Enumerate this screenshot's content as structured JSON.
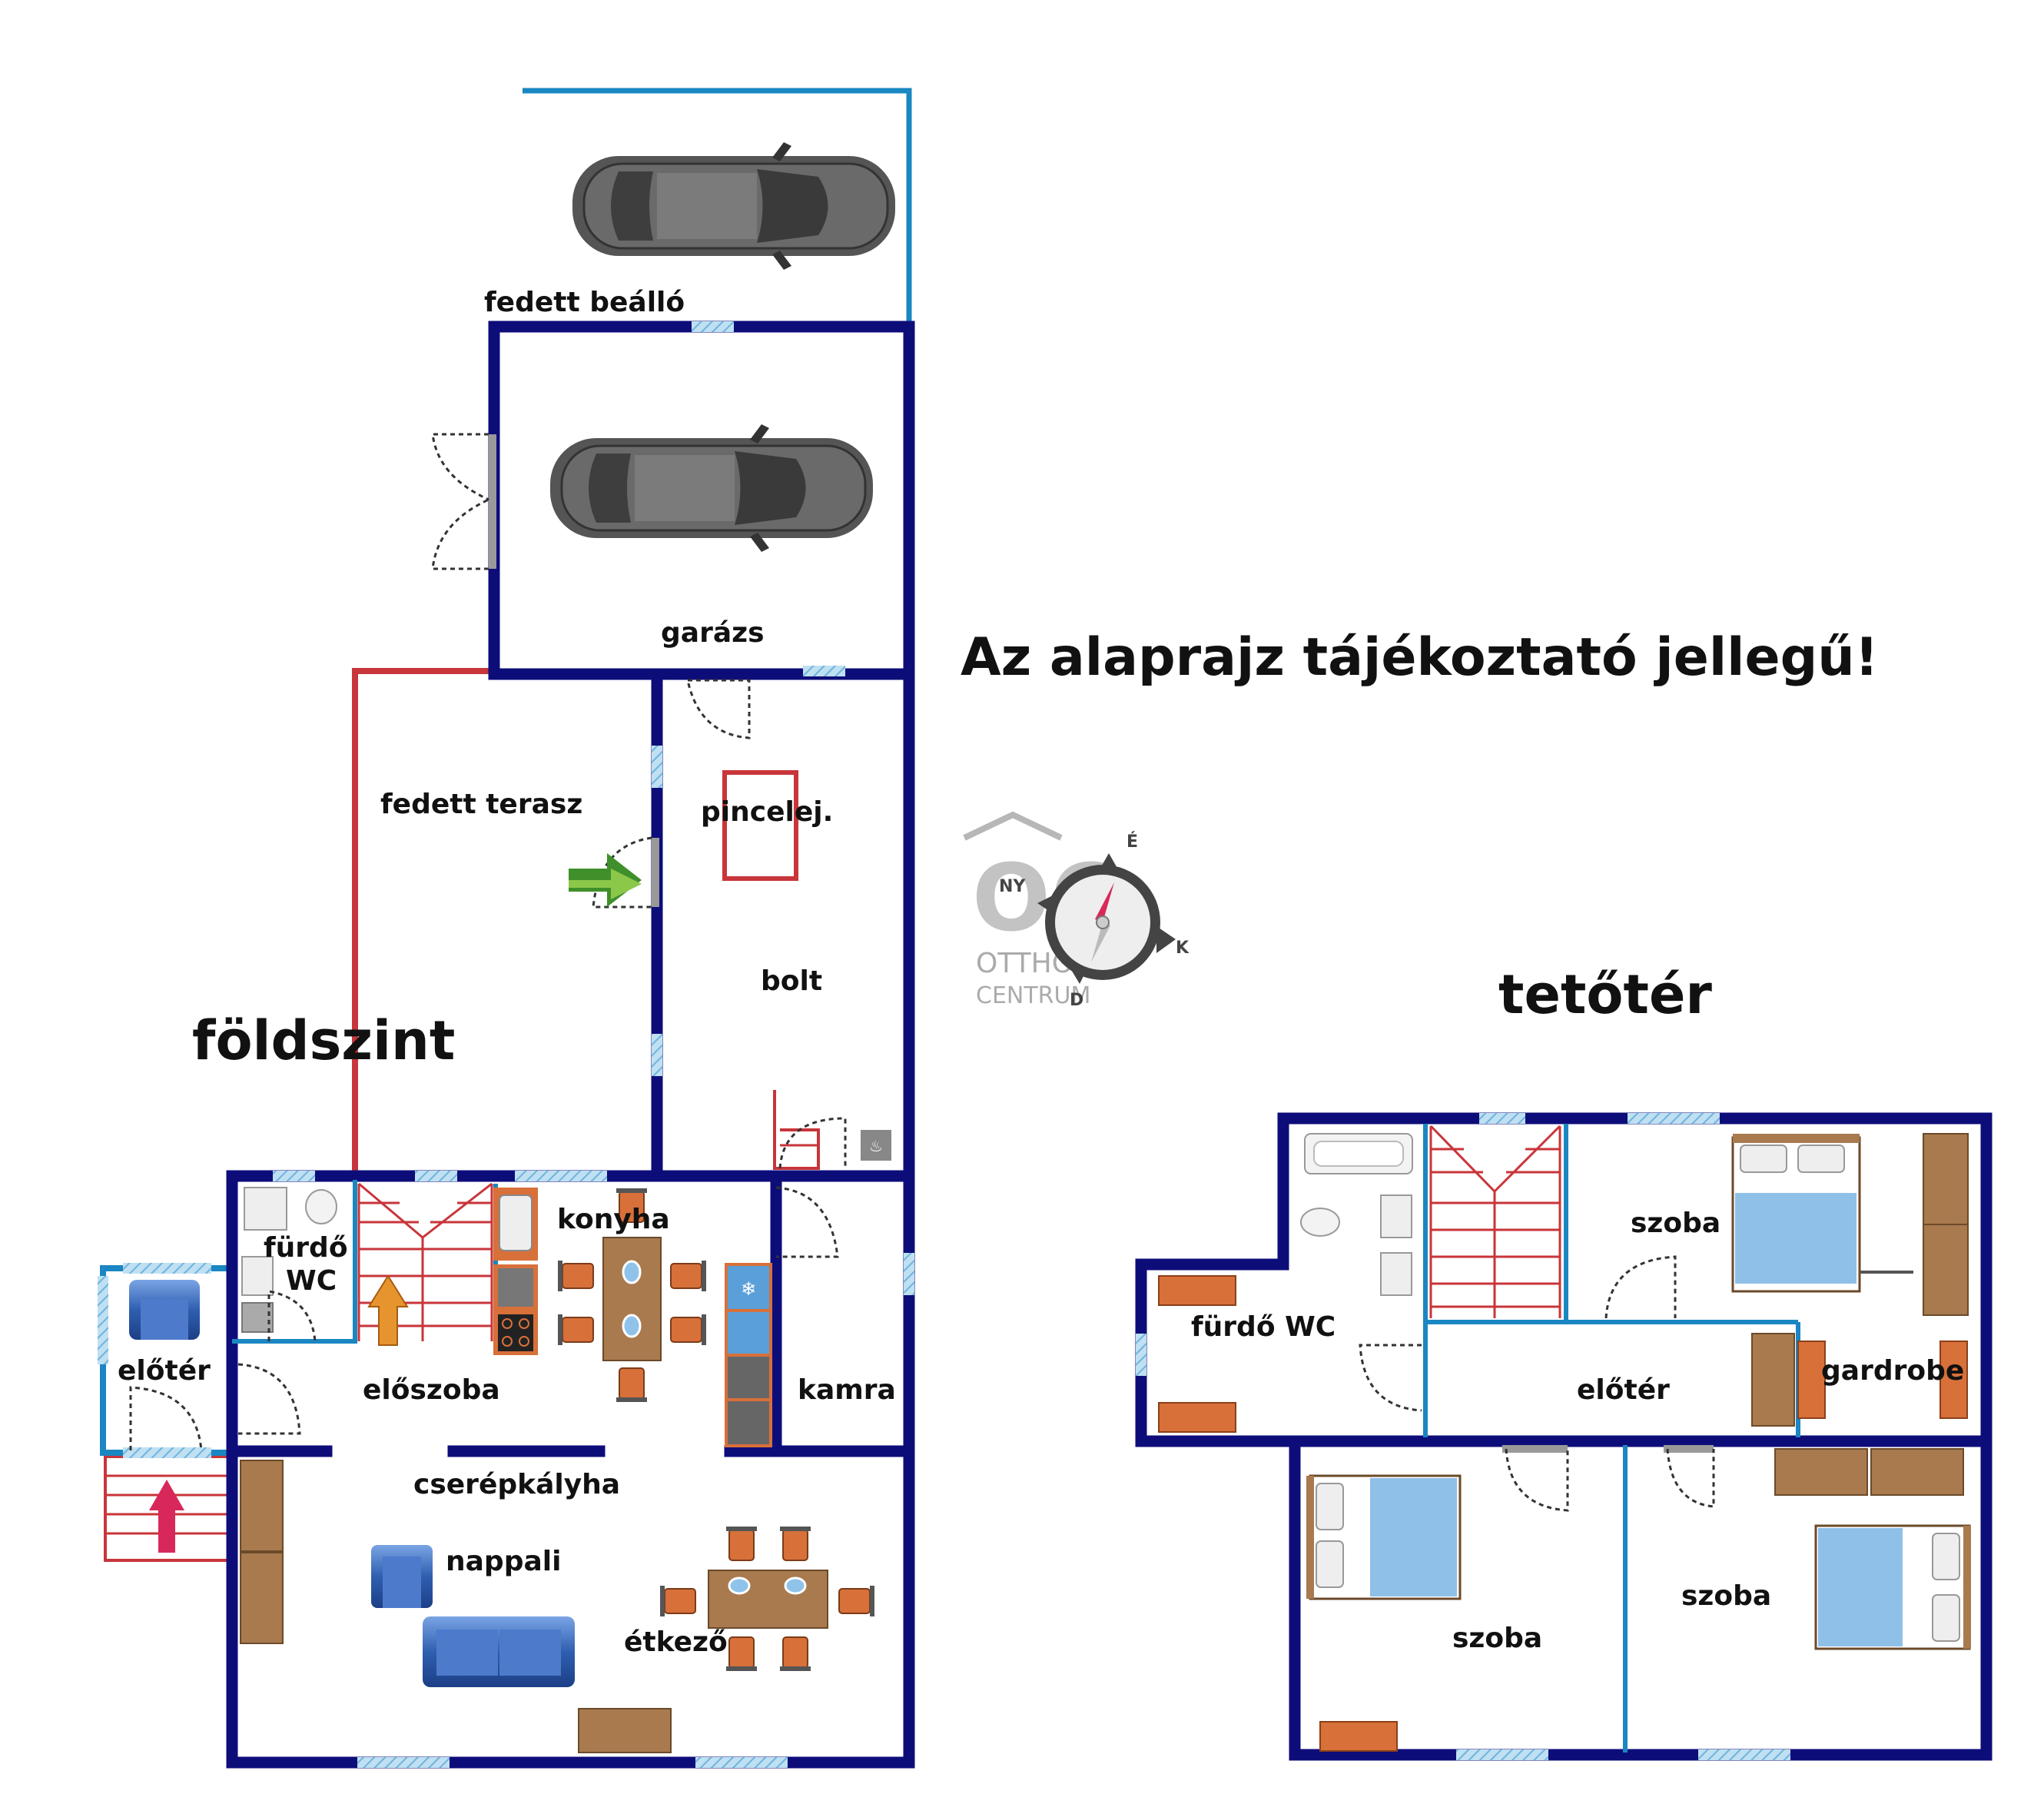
{
  "notice": "Az alaprajz tájékoztató jellegű!",
  "floors": {
    "ground_title": "földszint",
    "attic_title": "tetőtér"
  },
  "ground_rooms": {
    "carport": "fedett beálló",
    "garage": "garázs",
    "terrace": "fedett terasz",
    "cellar": "pincelej.",
    "shop": "bolt",
    "bath1": "fürdő",
    "bath2": "WC",
    "kitchen": "konyha",
    "entry": "előtér",
    "hall": "előszoba",
    "pantry": "kamra",
    "stove": "cserépkályha",
    "living": "nappali",
    "dining": "étkező"
  },
  "attic_rooms": {
    "bath": "fürdő WC",
    "room1": "szoba",
    "hall": "előtér",
    "wardrobe": "gardrobe",
    "room2": "szoba",
    "room3": "szoba"
  },
  "logo": {
    "brand1": "OTTHON",
    "brand2": "CENTRUM",
    "north": "É",
    "east": "K",
    "south": "D",
    "west": "NY"
  },
  "colors": {
    "wall": "#0d0d7a",
    "window": "#8ec6e6",
    "terrace": "#c8353a",
    "partition": "#1a86c2",
    "furniture": "#d8703a",
    "cabinet": "#a87a4e"
  }
}
